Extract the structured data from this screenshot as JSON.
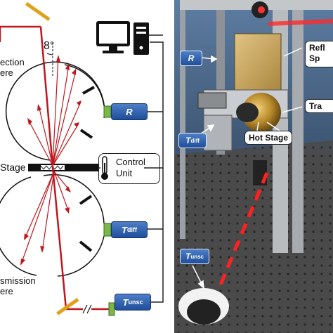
{
  "diagram": {
    "angle_label": "8°",
    "reflection_sphere_line1": "ection",
    "reflection_sphere_line2": "ere",
    "hot_stage_label": "Stage",
    "transmission_sphere_line1": "smission",
    "transmission_sphere_line2": "ere",
    "control_unit_line1": "Control",
    "control_unit_line2": "Unit",
    "detector_r": "R",
    "detector_tdiff_main": "T",
    "detector_tdiff_sub": "diff",
    "detector_tunsc_main": "T",
    "detector_tunsc_sub": "unsc"
  },
  "photo": {
    "detector_r": "R",
    "detector_tdiff_main": "T",
    "detector_tdiff_sub": "diff",
    "detector_tunsc_main": "T",
    "detector_tunsc_sub": "unsc",
    "callout_reflection": "Refl",
    "callout_reflection_line2": "Sp",
    "callout_transmission": "Tra",
    "callout_hot_stage": "Hot Stage"
  },
  "colors": {
    "laser": "#c0161c",
    "mirror": "#e0a21a",
    "detector_blue": "#2a5aa8",
    "detector_green": "#7ab648"
  }
}
